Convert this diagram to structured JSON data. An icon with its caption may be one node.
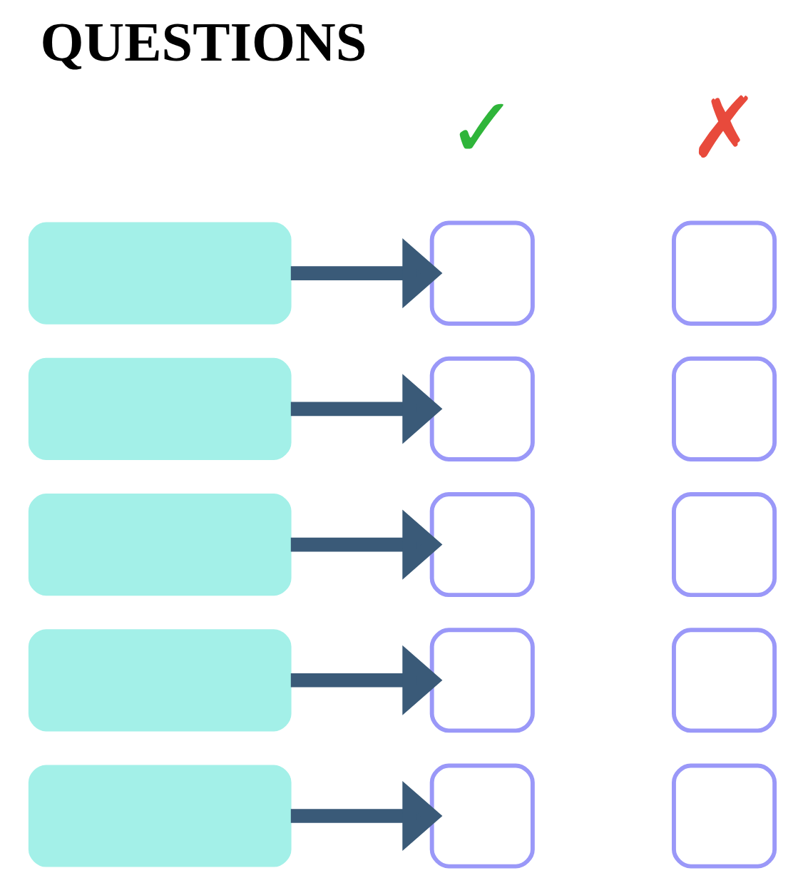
{
  "diagram": {
    "title": "QUESTIONS",
    "nodes": [
      {
        "text": [],
        "shape": "box"
      },
      {
        "text": [],
        "shape": "box"
      },
      {
        "text": [],
        "shape": "box"
      },
      {
        "text": [],
        "shape": "box"
      },
      {
        "text": [],
        "shape": "box"
      },
      {
        "text": [],
        "shape": "box"
      },
      {
        "text": [],
        "shape": "box"
      },
      {
        "text": [],
        "shape": "box"
      },
      {
        "text": [],
        "shape": "box"
      },
      {
        "text": [],
        "shape": "box"
      },
      {
        "text": [],
        "shape": "box"
      },
      {
        "text": [],
        "shape": "box"
      },
      {
        "text": [],
        "shape": "box"
      },
      {
        "text": [],
        "shape": "box"
      },
      {
        "text": [],
        "shape": "box"
      }
    ],
    "edges": [
      {
        "from": 0,
        "to": 1,
        "arrow": "to"
      },
      {
        "from": 3,
        "to": 4,
        "arrow": "to"
      },
      {
        "from": 6,
        "to": 7,
        "arrow": "to"
      },
      {
        "from": 9,
        "to": 10,
        "arrow": "to"
      },
      {
        "from": 12,
        "to": 13,
        "arrow": "to"
      }
    ],
    "labels": [
      "✓",
      "✗"
    ]
  }
}
